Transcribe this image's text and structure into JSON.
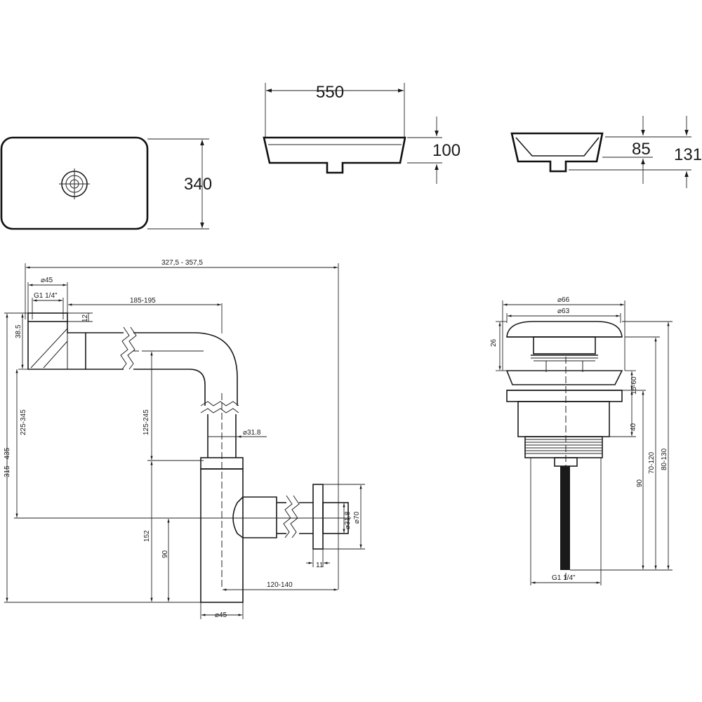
{
  "basin": {
    "width_label": "550",
    "depth_label": "340",
    "height_label": "100",
    "inner_depth_label": "85",
    "total_height_label": "131"
  },
  "siphon": {
    "overall_width": "327,5 - 357,5",
    "inlet_diameter": "⌀45",
    "thread": "G1 1/4\"",
    "horizontal_reach": "185-195",
    "nut_height": "12",
    "inlet_height": "38.5",
    "total_height": "315 - 435",
    "drop_height": "225-345",
    "vertical_adjust": "125-245",
    "pipe_diameter": "⌀31.8",
    "body_height": "152",
    "outlet_height": "90",
    "outlet_pipe_diameter": "⌀31.8",
    "flange_diameter": "⌀70",
    "flange_thickness": "11",
    "outlet_length": "120-140",
    "body_diameter": "⌀45"
  },
  "drain_valve": {
    "cap_outer_diameter": "⌀66",
    "cap_inner_diameter": "⌀63",
    "cap_height": "26",
    "gap_range": "15-60",
    "body_height": "40",
    "thread_length": "90",
    "adjust_range": "70-120",
    "overall_range": "80-130",
    "thread": "G1 1/4\""
  }
}
